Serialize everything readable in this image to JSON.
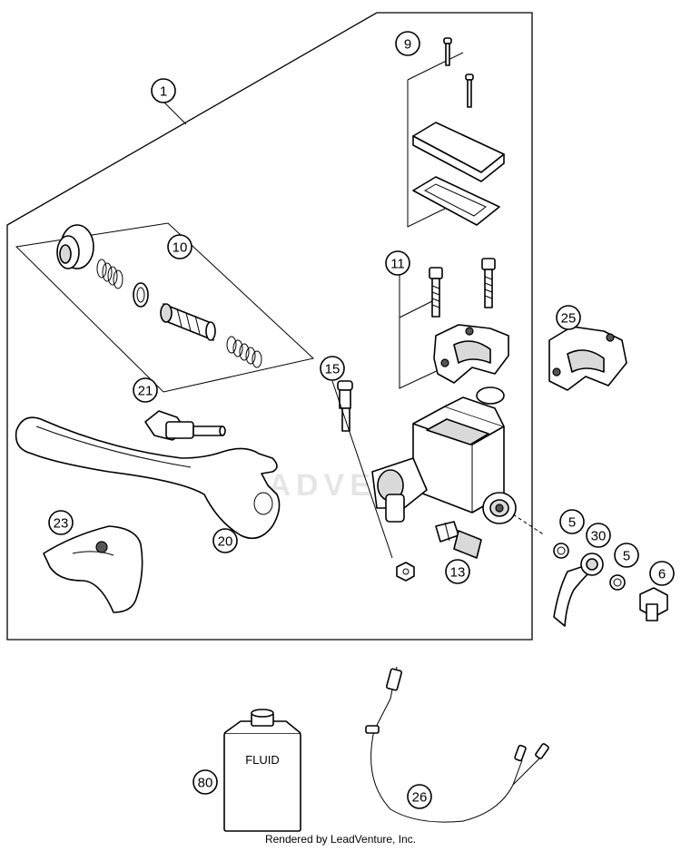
{
  "watermark": "LEADVENTURE",
  "footer": "Rendered by LeadVenture, Inc.",
  "fluid_label": "FLUID",
  "callouts": [
    {
      "id": "c1",
      "label": "1"
    },
    {
      "id": "c9",
      "label": "9"
    },
    {
      "id": "c10",
      "label": "10"
    },
    {
      "id": "c11",
      "label": "11"
    },
    {
      "id": "c25",
      "label": "25"
    },
    {
      "id": "c15",
      "label": "15"
    },
    {
      "id": "c21",
      "label": "21"
    },
    {
      "id": "c23",
      "label": "23"
    },
    {
      "id": "c20",
      "label": "20"
    },
    {
      "id": "c13",
      "label": "13"
    },
    {
      "id": "c5a",
      "label": "5"
    },
    {
      "id": "c30",
      "label": "30"
    },
    {
      "id": "c5b",
      "label": "5"
    },
    {
      "id": "c6",
      "label": "6"
    },
    {
      "id": "c80",
      "label": "80"
    },
    {
      "id": "c26",
      "label": "26"
    }
  ]
}
